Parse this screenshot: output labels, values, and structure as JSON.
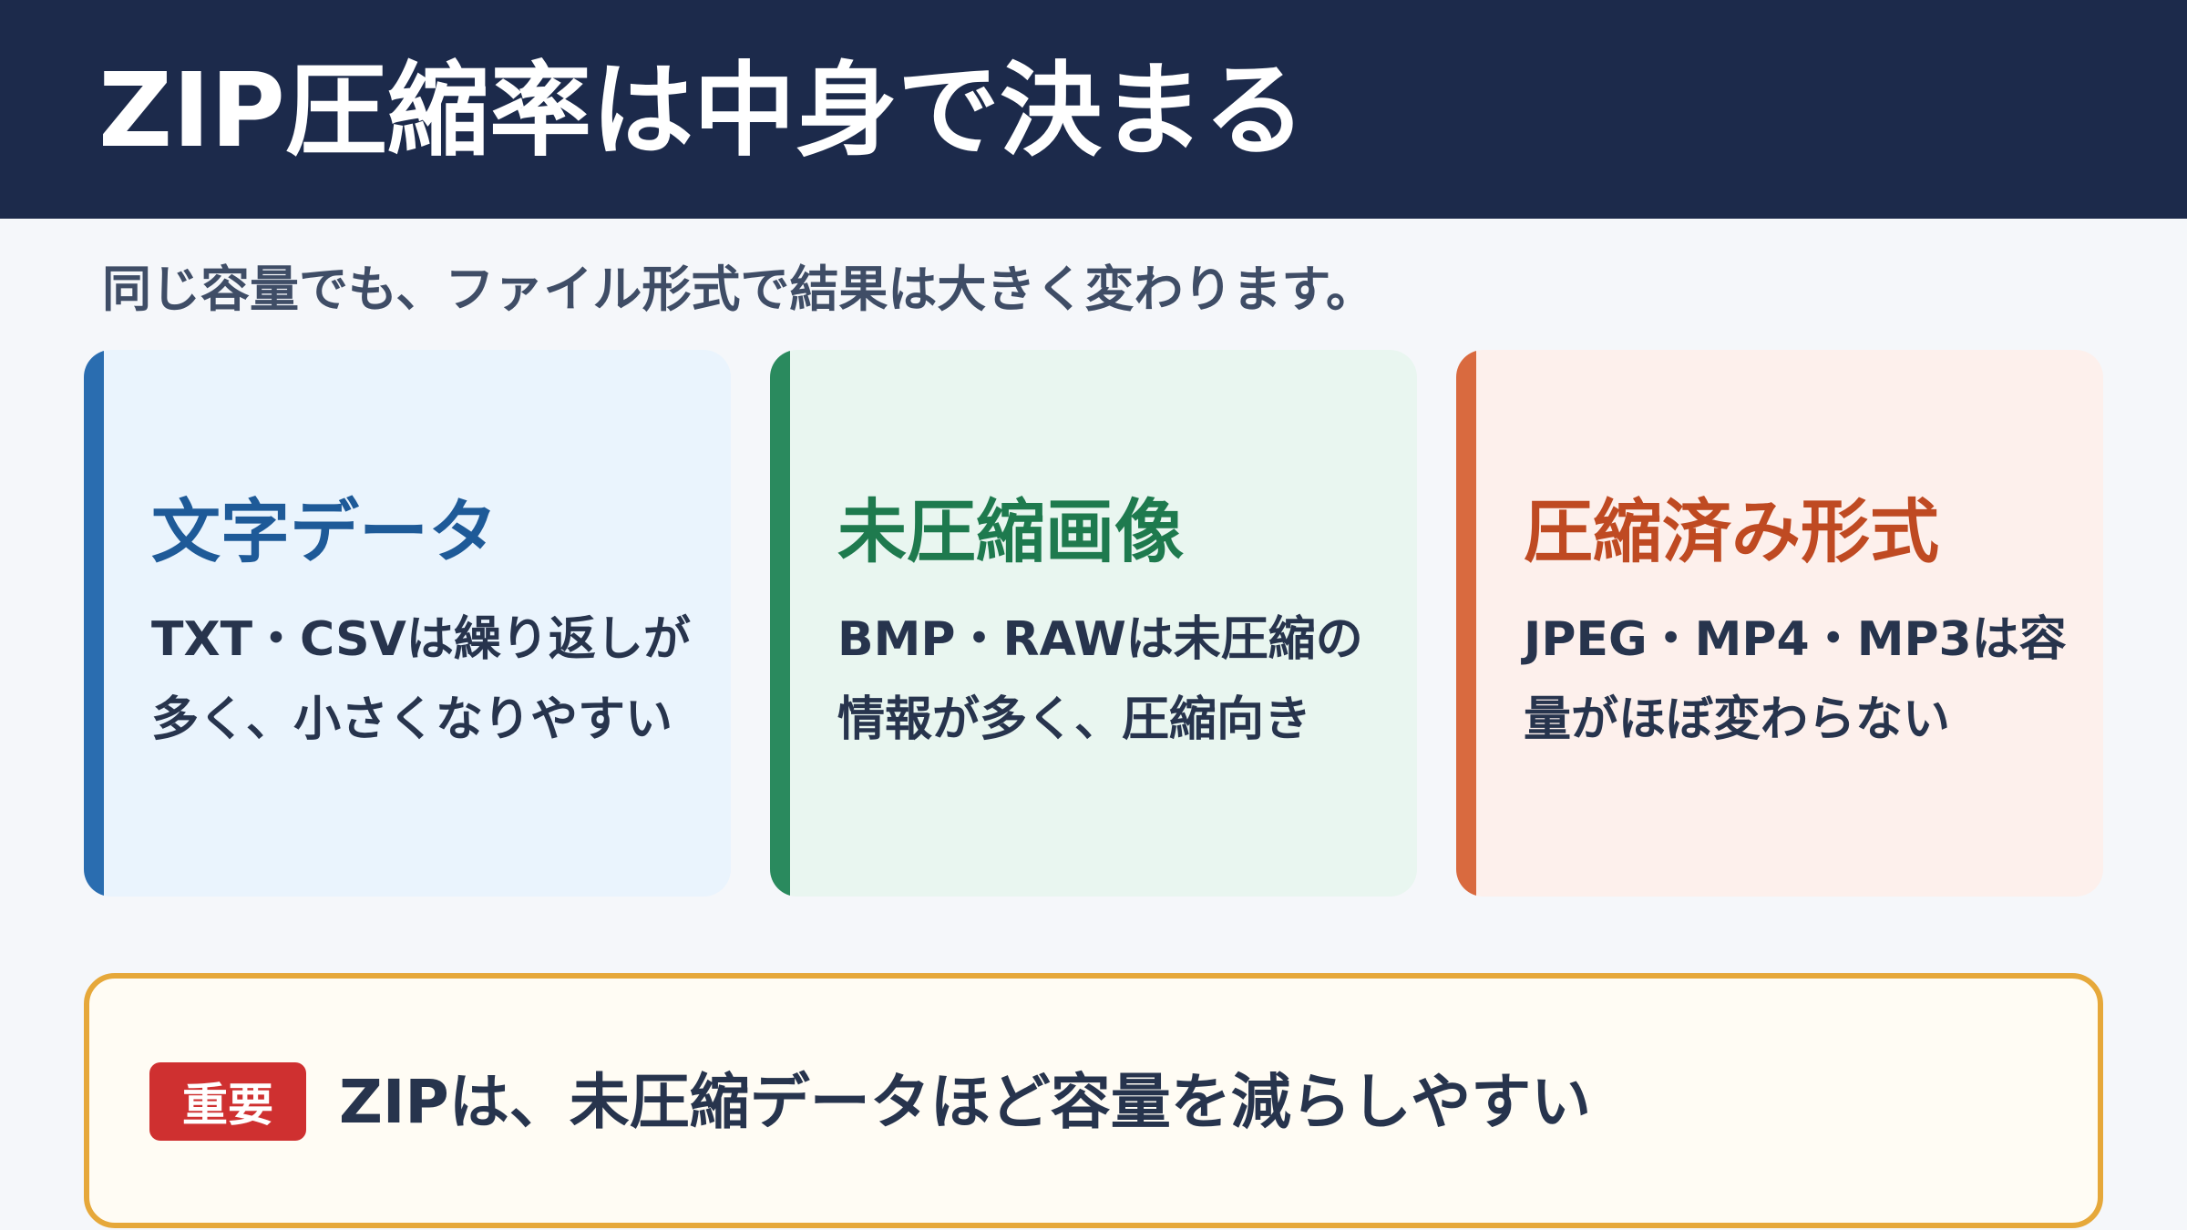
{
  "title": "ZIP圧縮率は中身で決まる",
  "subtitle": "同じ容量でも、ファイル形式で結果は大きく変わります。",
  "cards": [
    {
      "title": "文字データ",
      "body": "TXT・CSVは繰り返しが多く、小さくなりやすい",
      "accent": "#2a6db0"
    },
    {
      "title": "未圧縮画像",
      "body": "BMP・RAWは未圧縮の情報が多く、圧縮向き",
      "accent": "#2a8a5e"
    },
    {
      "title": "圧縮済み形式",
      "body": "JPEG・MP4・MP3は容量がほぼ変わらない",
      "accent": "#d96a3f"
    }
  ],
  "note": {
    "badge": "重要",
    "text": "ZIPは、未圧縮データほど容量を減らしやすい",
    "accent": "#e6a83a"
  }
}
